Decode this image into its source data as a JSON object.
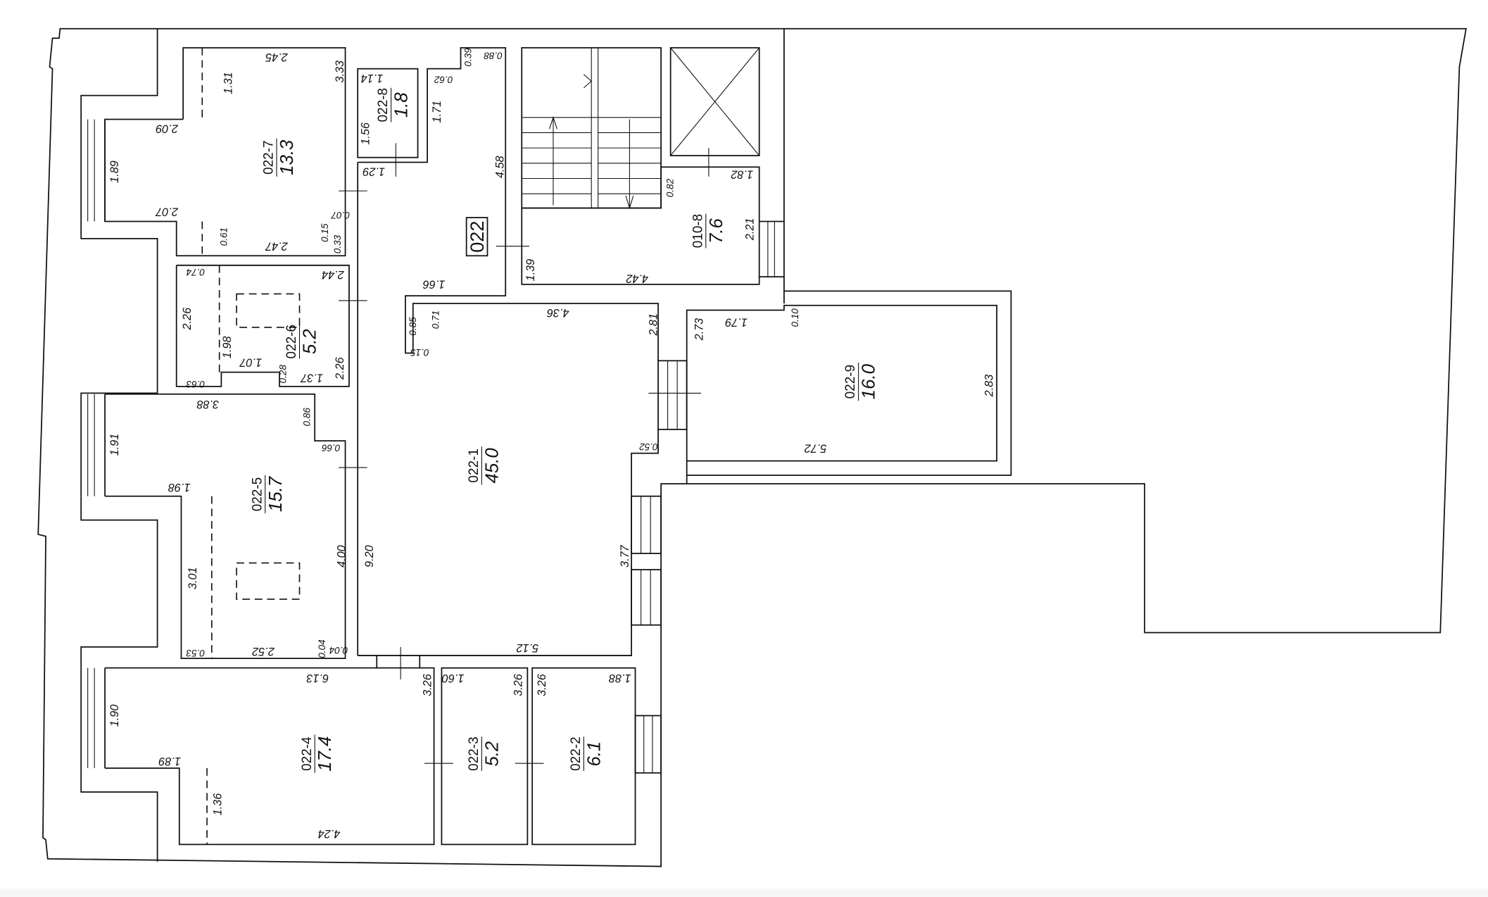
{
  "plan": {
    "apartment_label": "022",
    "rooms": [
      {
        "code": "022-1",
        "area": "45.0"
      },
      {
        "code": "022-2",
        "area": "6.1"
      },
      {
        "code": "022-3",
        "area": "5.2"
      },
      {
        "code": "022-4",
        "area": "17.4"
      },
      {
        "code": "022-5",
        "area": "15.7"
      },
      {
        "code": "022-6",
        "area": "5.2"
      },
      {
        "code": "022-7",
        "area": "13.3"
      },
      {
        "code": "022-8",
        "area": "1.8"
      },
      {
        "code": "022-9",
        "area": "16.0"
      },
      {
        "code": "010-8",
        "area": "7.6"
      }
    ],
    "dims": [
      "2.45",
      "3.33",
      "1.31",
      "2.09",
      "1.89",
      "2.07",
      "0.61",
      "2.47",
      "0.15",
      "0.33",
      "0.07",
      "1.14",
      "1.56",
      "1.71",
      "0.62",
      "0.39",
      "0.88",
      "1.29",
      "4.58",
      "0.82",
      "1.82",
      "2.21",
      "1.39",
      "4.42",
      "1.66",
      "0.74",
      "2.44",
      "2.26",
      "1.98",
      "1.07",
      "0.28",
      "1.37",
      "2.26",
      "0.63",
      "0.85",
      "0.71",
      "0.15",
      "4.36",
      "2.81",
      "0.52",
      "9.20",
      "3.77",
      "5.12",
      "2.73",
      "1.79",
      "0.10",
      "2.83",
      "5.72",
      "3.88",
      "0.86",
      "0.66",
      "1.91",
      "1.98",
      "3.01",
      "4.00",
      "0.53",
      "2.52",
      "0.04",
      "0.04",
      "6.13",
      "3.26",
      "1.90",
      "1.89",
      "1.36",
      "4.24",
      "1.60",
      "3.26",
      "3.26",
      "1.88"
    ]
  }
}
